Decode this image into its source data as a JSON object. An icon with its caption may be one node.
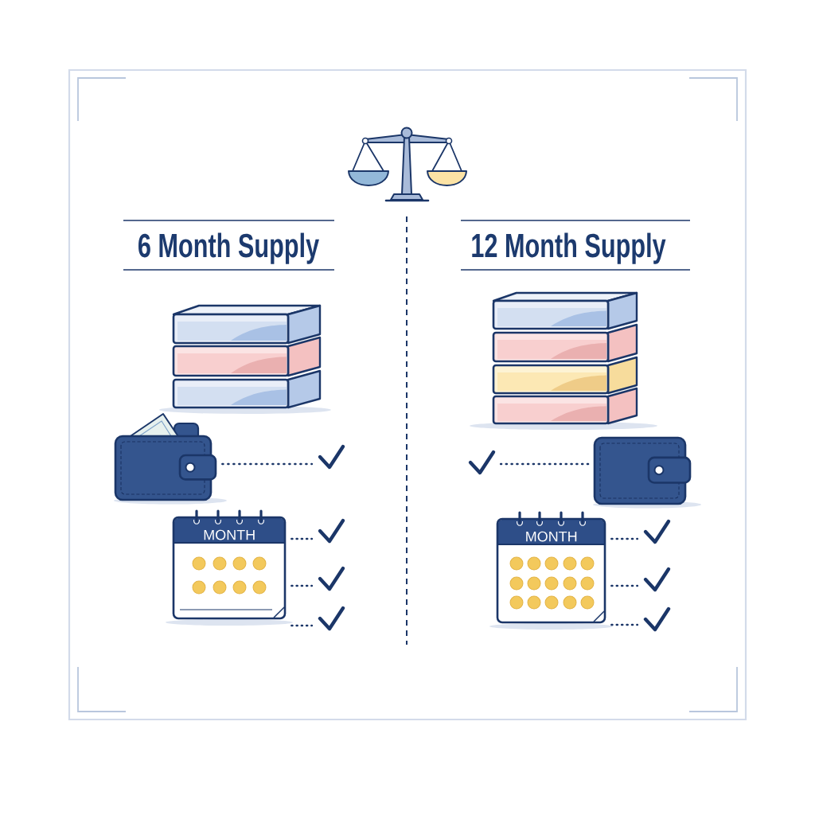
{
  "diagram": {
    "nodes": [
      {
        "text": [],
        "shape": "picture"
      },
      {
        "text": [],
        "shape": "picture"
      },
      {
        "text": [
          "MONTH"
        ]
      },
      {
        "text": [],
        "shape": "picture"
      },
      {
        "text": [],
        "shape": "picture"
      },
      {
        "text": [],
        "shape": "picture"
      },
      {
        "text": [],
        "shape": "picture"
      },
      {
        "text": [],
        "shape": "picture"
      },
      {
        "text": [
          "MONTH"
        ]
      },
      {
        "text": [],
        "shape": "picture"
      },
      {
        "text": [],
        "shape": "picture"
      },
      {
        "text": [],
        "shape": "picture"
      }
    ],
    "edges": [
      {
        "from": 0,
        "to": 1,
        "arrow": "none"
      },
      {
        "from": 2,
        "to": 3,
        "arrow": "none"
      },
      {
        "from": 2,
        "to": 4,
        "arrow": "none"
      },
      {
        "from": 2,
        "to": 5,
        "arrow": "none"
      },
      {
        "from": 6,
        "to": 7,
        "arrow": "none"
      },
      {
        "from": 8,
        "to": 9,
        "arrow": "none"
      },
      {
        "from": 8,
        "to": 10,
        "arrow": "none"
      },
      {
        "from": 8,
        "to": 11,
        "arrow": "none"
      }
    ],
    "labels": [
      "6 Month Supply",
      "12 Month Supply"
    ]
  }
}
